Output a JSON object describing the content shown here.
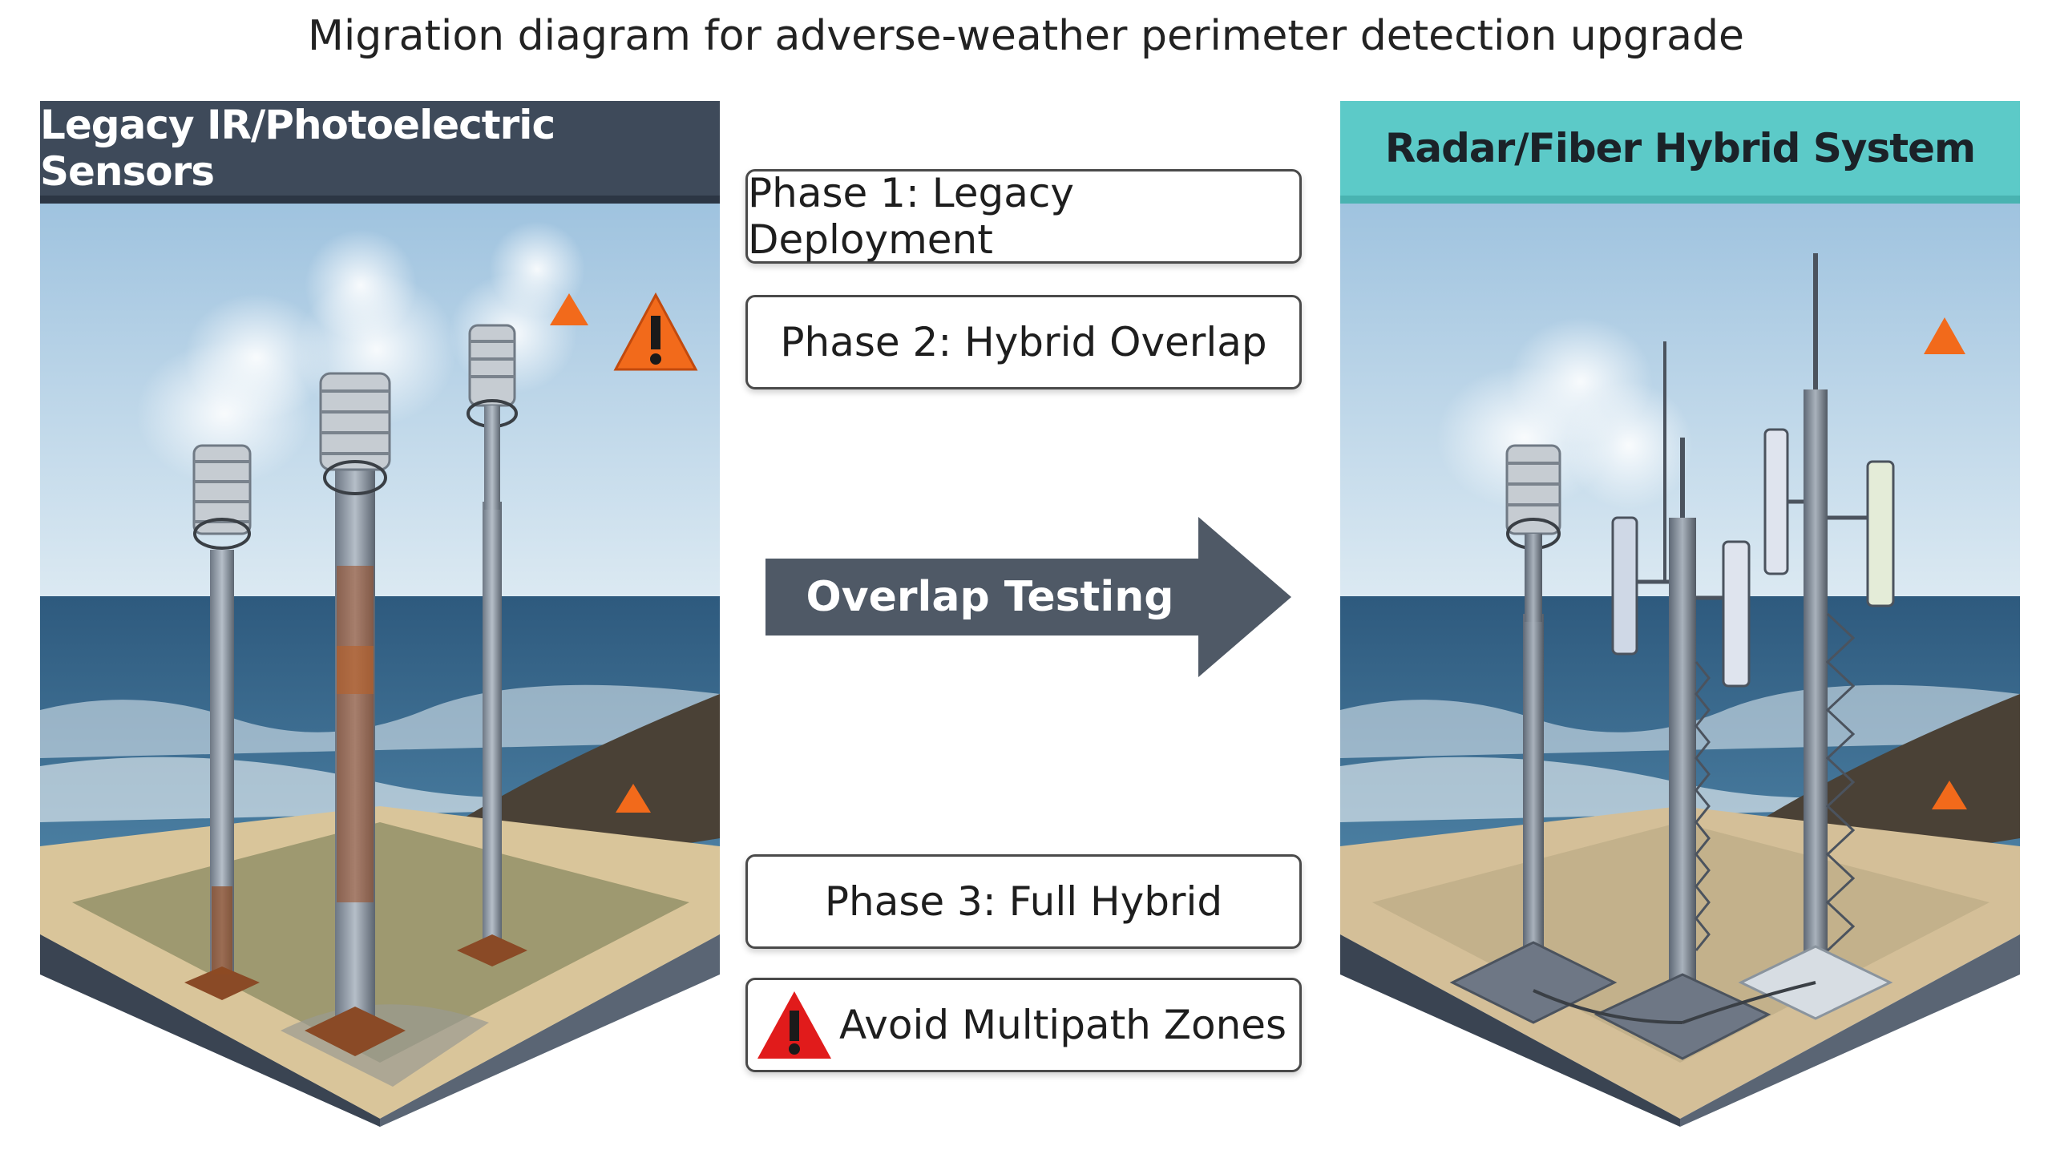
{
  "title": "Migration diagram for adverse-weather perimeter detection upgrade",
  "left_panel": {
    "header": "Legacy IR/Photoelectric Sensors"
  },
  "right_panel": {
    "header": "Radar/Fiber Hybrid System"
  },
  "phases": {
    "phase1": "Phase 1: Legacy Deployment",
    "phase2": "Phase 2: Hybrid Overlap",
    "phase3": "Phase 3: Full Hybrid"
  },
  "arrow_label": "Overlap Testing",
  "warning_label": "Avoid Multipath Zones",
  "colors": {
    "left_header": "#3e4a5a",
    "right_header": "#5ccac8",
    "arrow": "#4f5966",
    "warning_red": "#e11b1b",
    "hazard_orange": "#f26a1b"
  },
  "icons": [
    "warning-triangle-icon",
    "hazard-triangle-icon",
    "right-arrow-icon"
  ]
}
